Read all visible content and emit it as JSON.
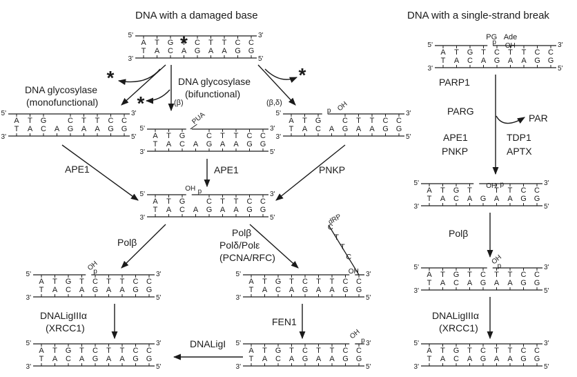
{
  "titles": {
    "left": "DNA with a damaged base",
    "right": "DNA with a single-strand break"
  },
  "strand": {
    "five": "5'",
    "three": "3'",
    "top_bases": [
      "A",
      "T",
      "G",
      "T",
      "C",
      "T",
      "T",
      "C",
      "C"
    ],
    "bottom_bases": [
      "T",
      "A",
      "C",
      "A",
      "G",
      "A",
      "A",
      "G",
      "G"
    ]
  },
  "marks": {
    "star": "*",
    "p": "p",
    "oh": "OH",
    "pua": "PUA",
    "pg": "PG",
    "ade": "Ade",
    "drp": "dRP",
    "flap_bases": [
      "C",
      "T",
      "T",
      "C"
    ]
  },
  "labels": {
    "glyco_mono_1": "DNA glycosylase",
    "glyco_mono_2": "(monofunctional)",
    "glyco_bi_1": "DNA glycosylase",
    "glyco_bi_2": "(bifunctional)",
    "beta": "(β)",
    "beta_delta": "(β,δ)",
    "ape1_left": "APE1",
    "ape1_mid": "APE1",
    "pnkp": "PNKP",
    "polb_left": "Polβ",
    "polb_right": "Polβ",
    "pold": "Polδ/Polε",
    "pcna": "(PCNA/RFC)",
    "lig3": "DNALigIIIα",
    "xrcc1": "(XRCC1)",
    "fen1": "FEN1",
    "lig1": "DNALigI",
    "parp1": "PARP1",
    "parg": "PARG",
    "par": "PAR",
    "ape1_r": "APE1",
    "pnkp_r": "PNKP",
    "tdp1": "TDP1",
    "aptx": "APTX",
    "polb_r": "Polβ",
    "lig3_r": "DNALigIIIα",
    "xrcc1_r": "(XRCC1)"
  },
  "colors": {
    "ink": "#1a1a1a",
    "background": "#ffffff"
  }
}
